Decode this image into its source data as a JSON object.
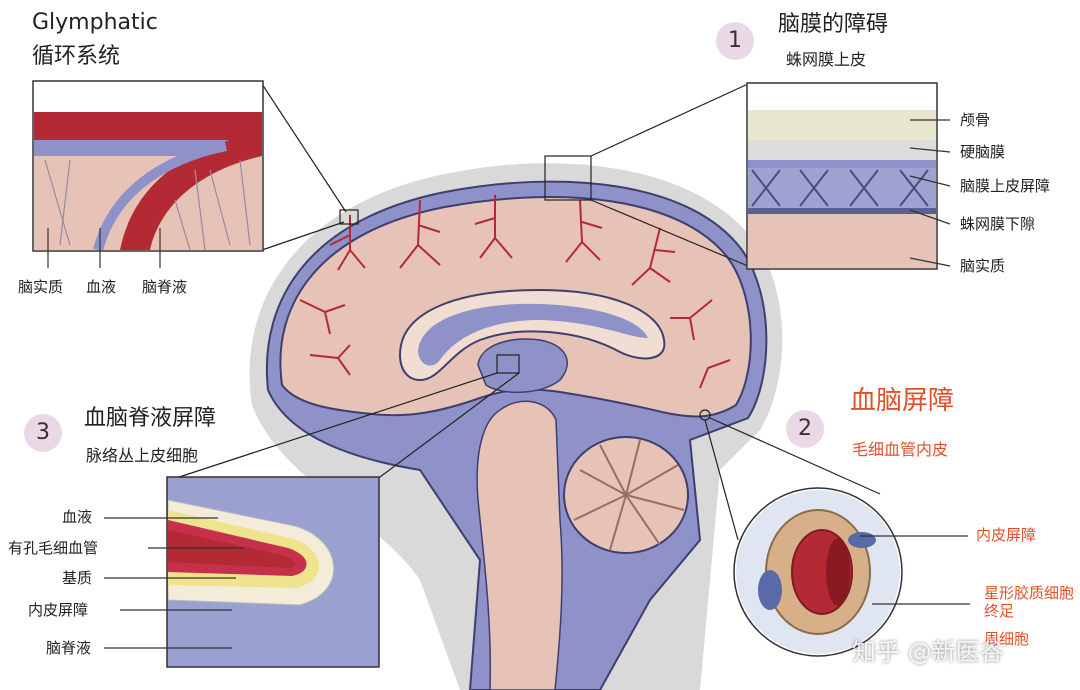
{
  "glymphatic": {
    "title_line1": "Glymphatic",
    "title_line2": "循环系统",
    "labels": [
      "脑实质",
      "血液",
      "脑脊液"
    ]
  },
  "meninges": {
    "number": "1",
    "title": "脑膜的障碍",
    "subtitle": "蛛网膜上皮",
    "labels": [
      "颅骨",
      "硬脑膜",
      "脑膜上皮屏障",
      "蛛网膜下隙",
      "脑实质"
    ]
  },
  "bbb": {
    "number": "2",
    "title": "血脑屏障",
    "subtitle": "毛细血管内皮",
    "labels": [
      "内皮屏障",
      "星形胶质细胞终足"
    ],
    "label_tail": "周细胞"
  },
  "bcsf": {
    "number": "3",
    "title": "血脑脊液屏障",
    "subtitle": "脉络丛上皮细胞",
    "labels": [
      "血液",
      "有孔毛细血管",
      "基质",
      "内皮屏障",
      "脑脊液"
    ]
  },
  "watermark": "知乎 @新医谷",
  "colors": {
    "csf": "#8e92c8",
    "tissue": "#e7c3b7",
    "vessel": "#b32a35",
    "badge": "#ead8e6",
    "accent": "#e0512a"
  }
}
